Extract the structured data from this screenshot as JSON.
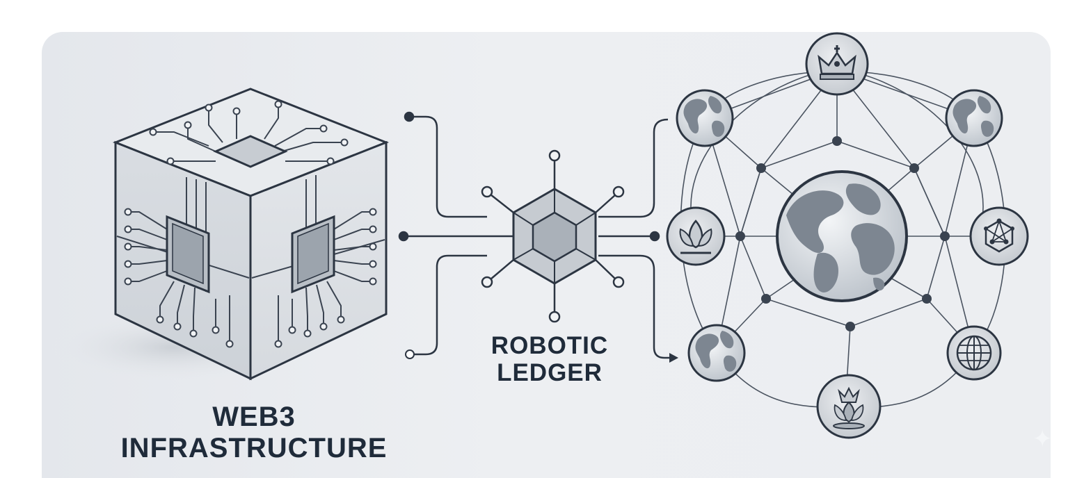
{
  "labels": {
    "web3_line1": "WEB3",
    "web3_line2": "INFRASTRUCTURE",
    "ledger_line1": "ROBOTIC",
    "ledger_line2": "LEDGER"
  },
  "colors": {
    "background": "#eceef1",
    "line": "#2c3542",
    "text": "#1f2b3a",
    "globe_sea": "#dfe3e8",
    "globe_land": "#7d8691"
  },
  "icons": {
    "left_block": "circuit-cube",
    "center_node": "hexagon-cube",
    "top_node": "crown-icon",
    "left_node": "lotus-icon",
    "right_node": "network-hex-icon",
    "bottom_right_node": "globe-grid-icon",
    "bottom_node": "crown-lotus-icon",
    "sparkle": "sparkle-icon"
  }
}
